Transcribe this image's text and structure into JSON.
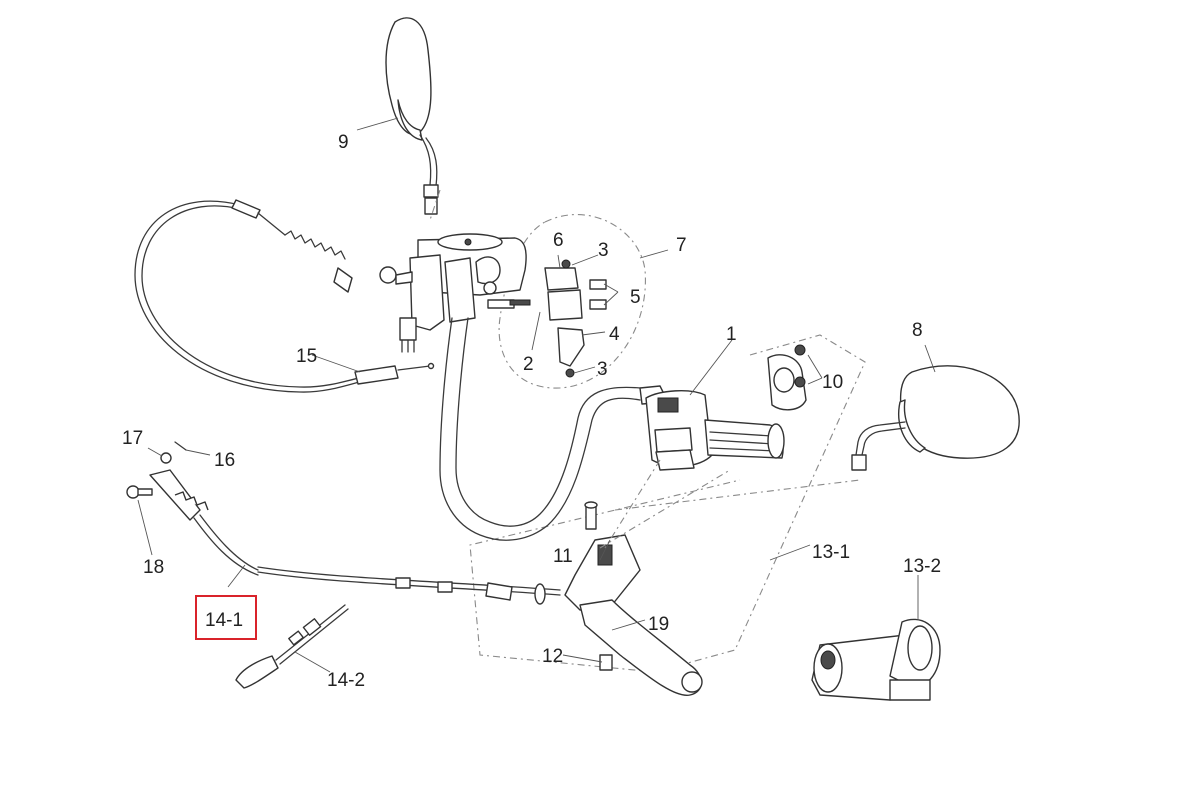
{
  "labels": {
    "l1": "1",
    "l2": "2",
    "l3a": "3",
    "l3b": "3",
    "l4": "4",
    "l5": "5",
    "l6": "6",
    "l7": "7",
    "l8": "8",
    "l9": "9",
    "l10": "10",
    "l11": "11",
    "l12": "12",
    "l13_1": "13-1",
    "l13_2": "13-2",
    "l14_1": "14-1",
    "l14_2": "14-2",
    "l15": "15",
    "l16": "16",
    "l17": "17",
    "l18": "18",
    "l19": "19"
  },
  "highlight": {
    "label": "14-1",
    "color": "#d9232a"
  }
}
